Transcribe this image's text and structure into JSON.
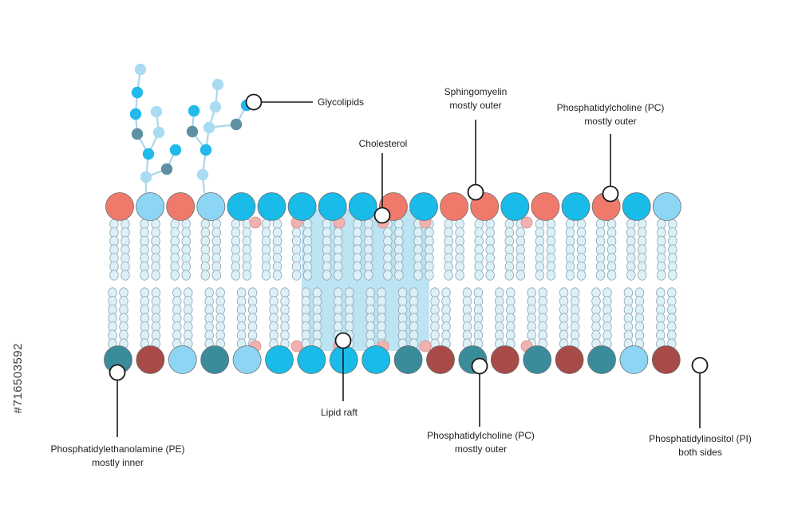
{
  "title": "",
  "labels": {
    "glycolipids": "Glycolipids",
    "sphingomyelin": {
      "line1": "Sphingomyelin",
      "line2": "mostly outer"
    },
    "pc_top": {
      "line1": "Phosphatidylcholine (PC)",
      "line2": "mostly outer"
    },
    "cholesterol": "Cholesterol",
    "lipid_raft": "Lipid raft",
    "pe": {
      "line1": "Phosphatidylethanolamine (PE)",
      "line2": "mostly inner"
    },
    "pc_bottom": {
      "line1": "Phosphatidylcholine (PC)",
      "line2": "mostly outer"
    },
    "pi": {
      "line1": "Phosphatidylinositol (PI)",
      "line2": "both sides"
    }
  },
  "stock_id": "#716503592",
  "colors": {
    "pc_outer": "#ef7a6c",
    "pc_inner": "#a84b48",
    "sphingomyelin": "#19bbe9",
    "pi": "#8dd5f4",
    "pe": "#3b8c9b",
    "raft_head": "#1ab5e8",
    "cholesterol": "#f2b1b1",
    "tail": "#dcf0f8",
    "tail_stroke": "#8fa7b3",
    "raft_fill": "#9fd9ee",
    "glyco_light": "#a9dcf3",
    "glyco_cyan": "#22b9ec",
    "glyco_dark": "#5e90a2",
    "line": "#1a1a1a"
  },
  "membrane": {
    "top_heads": [
      "pc_outer",
      "pi",
      "pc_outer",
      "pi",
      "sphingomyelin",
      "sphingomyelin",
      "sphingomyelin",
      "sphingomyelin",
      "sphingomyelin",
      "pc_outer",
      "sphingomyelin",
      "pc_outer",
      "pc_outer",
      "sphingomyelin",
      "pc_outer",
      "sphingomyelin",
      "pc_outer",
      "sphingomyelin",
      "pi"
    ],
    "bottom_heads": [
      "pe",
      "pc_inner",
      "pi",
      "pe",
      "pi",
      "sphingomyelin",
      "sphingomyelin",
      "sphingomyelin",
      "sphingomyelin",
      "pe",
      "pc_inner",
      "pe",
      "pc_inner",
      "pe",
      "pc_inner",
      "pe",
      "pi",
      "pc_inner"
    ]
  }
}
